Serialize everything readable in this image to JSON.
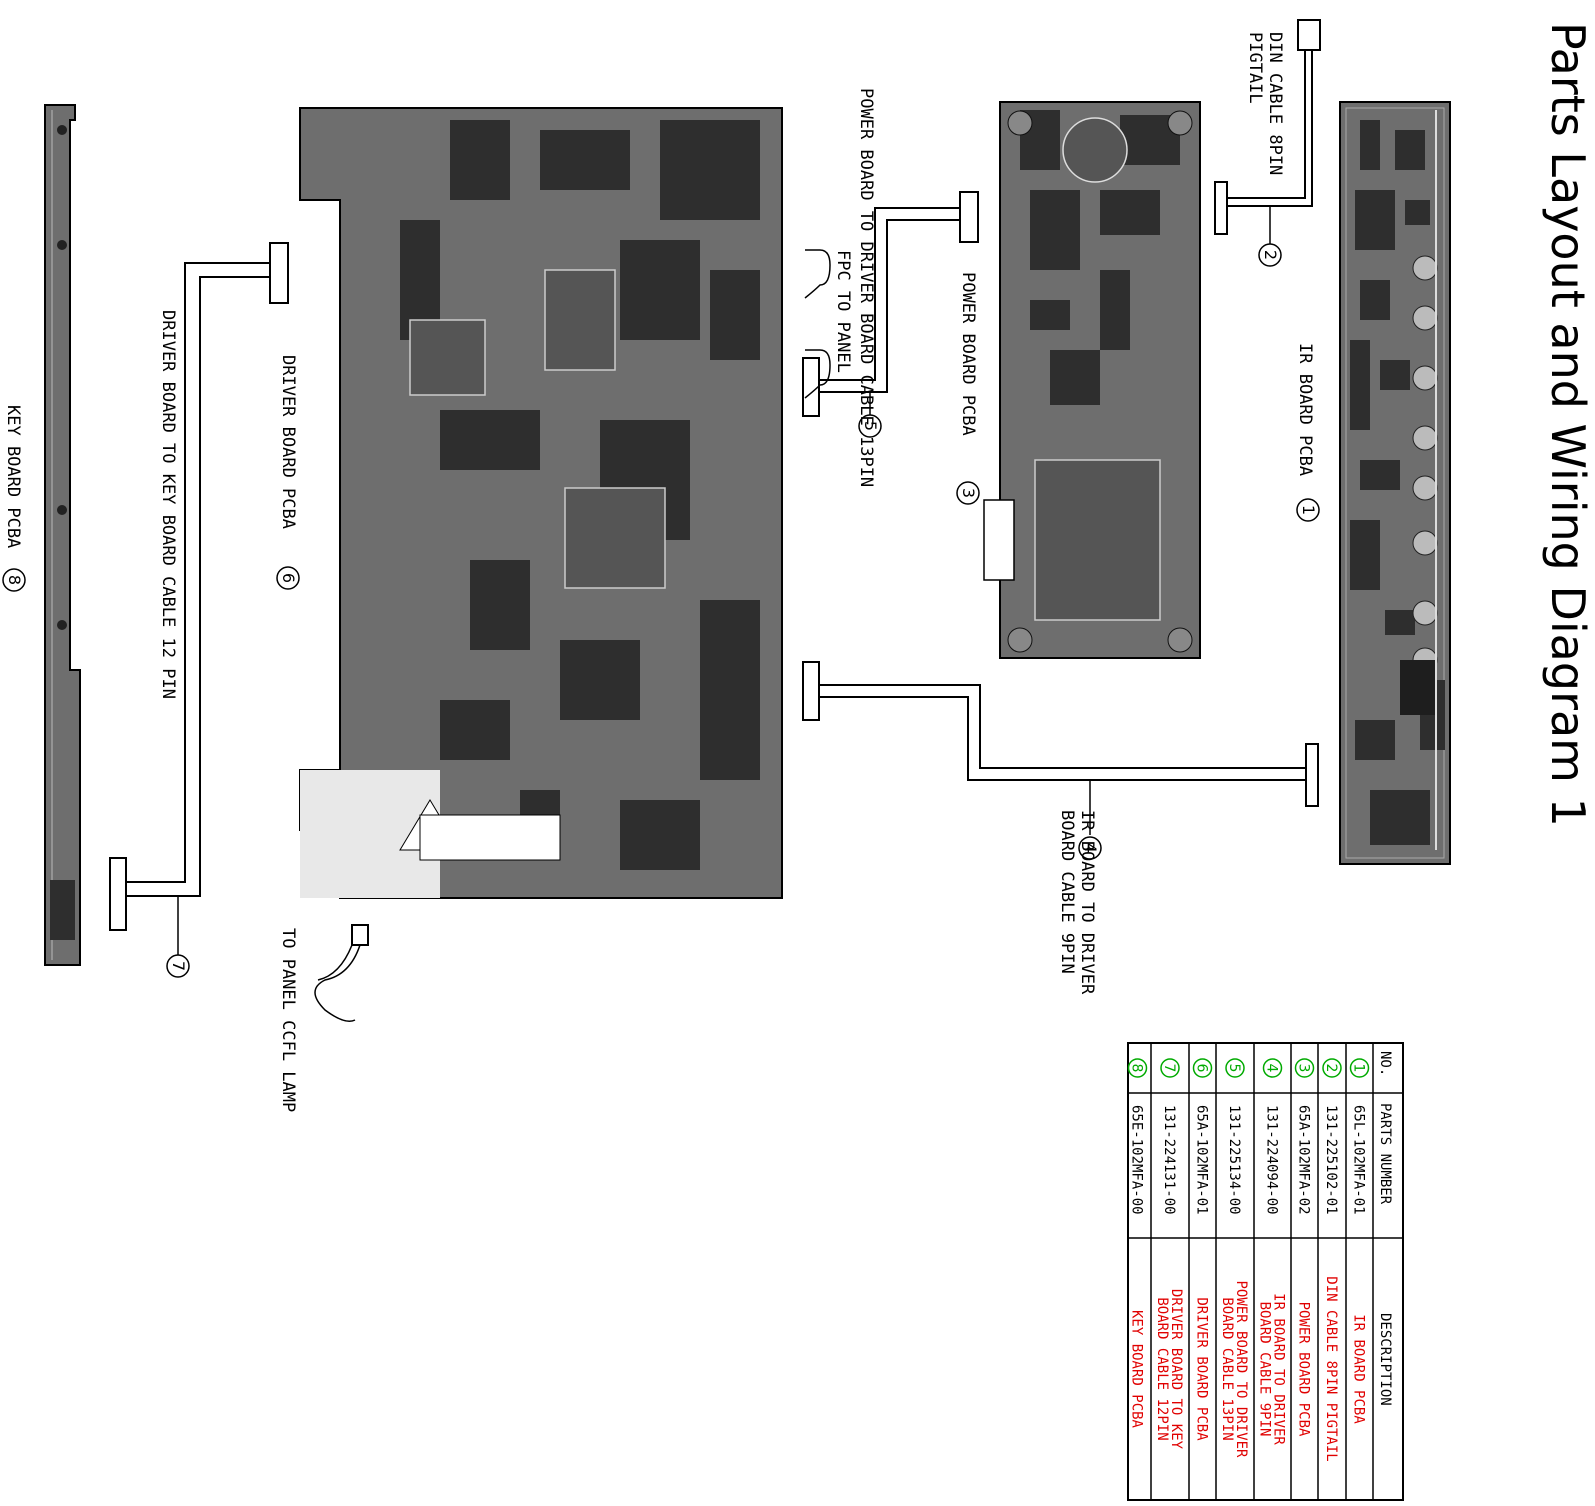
{
  "title": "Parts Layout and Wiring Diagram 1",
  "labels": {
    "ir_board": "IR BOARD PCBA",
    "ir_board_num": "1",
    "din_cable": "DIN CABLE 8PIN",
    "din_cable_2": "PIGTAIL",
    "din_cable_num": "2",
    "power_board": "POWER BOARD PCBA",
    "power_board_num": "3",
    "power_to_driver": "POWER BOARD TO DRIVER BOARD CABLE 13PIN",
    "power_to_driver_num": "5",
    "fpc_to_panel": "FPC TO PANEL",
    "ir_to_driver": "IR BOARD TO DRIVER",
    "ir_to_driver_2": "BOARD CABLE 9PIN",
    "ir_to_driver_num": "4",
    "driver_board": "DRIVER BOARD PCBA",
    "driver_board_num": "6",
    "driver_to_key": "DRIVER BOARD TO KEY BOARD CABLE 12 PIN",
    "driver_to_key_num": "7",
    "key_board": "KEY BOARD PCBA",
    "key_board_num": "8",
    "ccfl": "TO PANEL CCFL LAMP"
  },
  "table": {
    "headers": [
      "NO.",
      "PARTS NUMBER",
      "DESCRIPTION"
    ],
    "rows": [
      {
        "no": "1",
        "part": "65L-102MFA-01",
        "desc": [
          "IR BOARD PCBA"
        ]
      },
      {
        "no": "2",
        "part": "131-225102-01",
        "desc": [
          "DIN CABLE 8PIN PIGTAIL"
        ]
      },
      {
        "no": "3",
        "part": "65A-102MFA-02",
        "desc": [
          "POWER BOARD PCBA"
        ]
      },
      {
        "no": "4",
        "part": "131-224094-00",
        "desc": [
          "IR BOARD TO DRIVER",
          "BOARD CABLE 9PIN"
        ]
      },
      {
        "no": "5",
        "part": "131-225134-00",
        "desc": [
          "POWER BOARD TO DRIVER",
          "BOARD CABLE 13PIN"
        ]
      },
      {
        "no": "6",
        "part": "65A-102MFA-01",
        "desc": [
          "DRIVER BOARD PCBA"
        ]
      },
      {
        "no": "7",
        "part": "131-224131-00",
        "desc": [
          "DRIVER BOARD TO KEY",
          "BOARD CABLE 12PIN"
        ]
      },
      {
        "no": "8",
        "part": "65E-102MFA-00",
        "desc": [
          "KEY BOARD PCBA"
        ]
      }
    ]
  },
  "colors": {
    "pcb": "#6e6e6e",
    "pcb_dark": "#3a3a3a",
    "pcb_light": "#9a9a9a",
    "desc": "#e00000",
    "num": "#00aa00"
  }
}
